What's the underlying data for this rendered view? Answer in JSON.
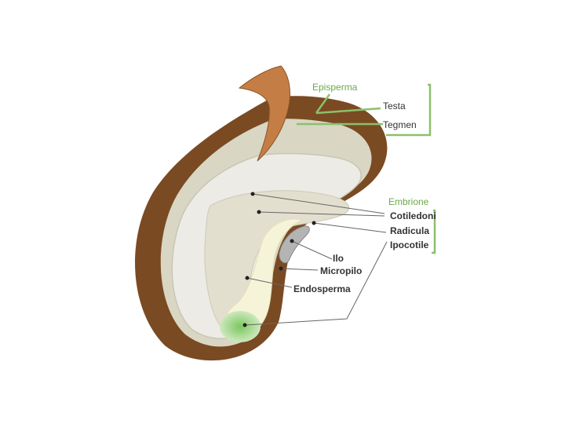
{
  "labels": {
    "episperma": "Episperma",
    "testa": "Testa",
    "tegmen": "Tegmen",
    "embrione": "Embrione",
    "cotiledoni": "Cotiledoni",
    "radicula": "Radicula",
    "ipocotile": "Ipocotile",
    "ilo": "Ilo",
    "micropilo": "Micropilo",
    "endosperma": "Endosperma"
  },
  "colors": {
    "testa": "#7a4a22",
    "testa_flap": "#c47e45",
    "tegmen": "#d9d6c3",
    "endosperm": "#ecebe6",
    "cotyledon": "#e3dfcf",
    "embryo_axis": "#f6f4d8",
    "radicle": "#9bd480",
    "hilum": "#b4b4b4",
    "label_green": "#6aa94a",
    "leader_green": "#8cc06c",
    "leader_gray": "#666666"
  }
}
